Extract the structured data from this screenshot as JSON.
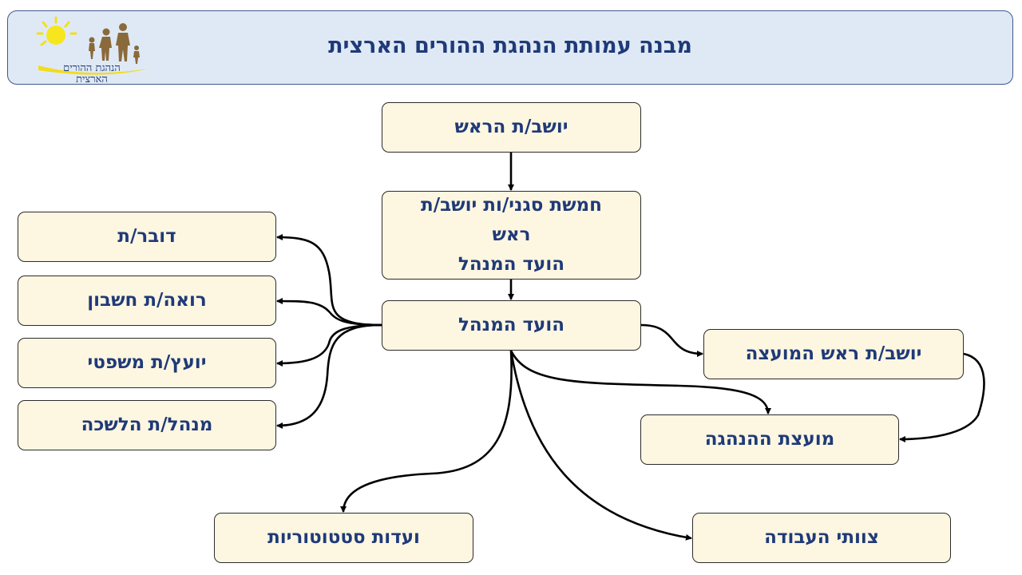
{
  "header": {
    "title": "מבנה עמותת הנהגת ההורים הארצית",
    "logo_text_line1": "הנהגת ההורים",
    "logo_text_line2": "הארצית"
  },
  "boxes": {
    "chair": "יושב/ת הראש",
    "deputies": "חמשת סגני/ות יושב/ת\nראש\nהועד המנהל",
    "board": "הועד המנהל",
    "spokesperson": "דובר/ת",
    "accountant": "רואה/ת חשבון",
    "legal_advisor": "יועץ/ת משפטי",
    "office_manager": "מנהל/ת הלשכה",
    "council_chair": "יושב/ת ראש המועצה",
    "leadership_council": "מועצת ההנהגה",
    "statutory_committees": "ועדות סטטוטוריות",
    "work_teams": "צוותי העבודה"
  },
  "colors": {
    "header_bg": "#dfe9f5",
    "header_border": "#41598a",
    "box_fill": "#fdf6e1",
    "text": "#1f3a78",
    "connector": "#000000"
  }
}
